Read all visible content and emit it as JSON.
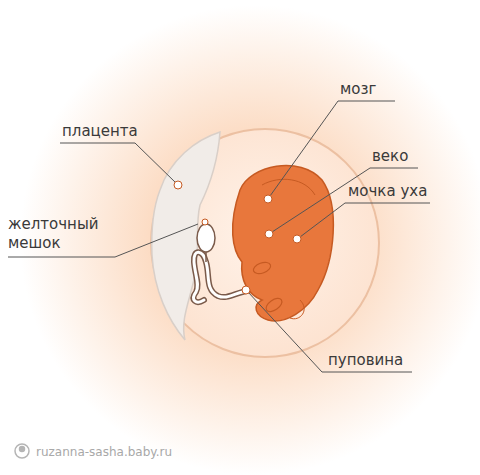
{
  "diagram": {
    "labels": [
      "плацента",
      "желточный мешок",
      "мозг",
      "веко",
      "мочка уха",
      "пуповина",
      "ruzanna-sasha.baby.ru"
    ]
  }
}
